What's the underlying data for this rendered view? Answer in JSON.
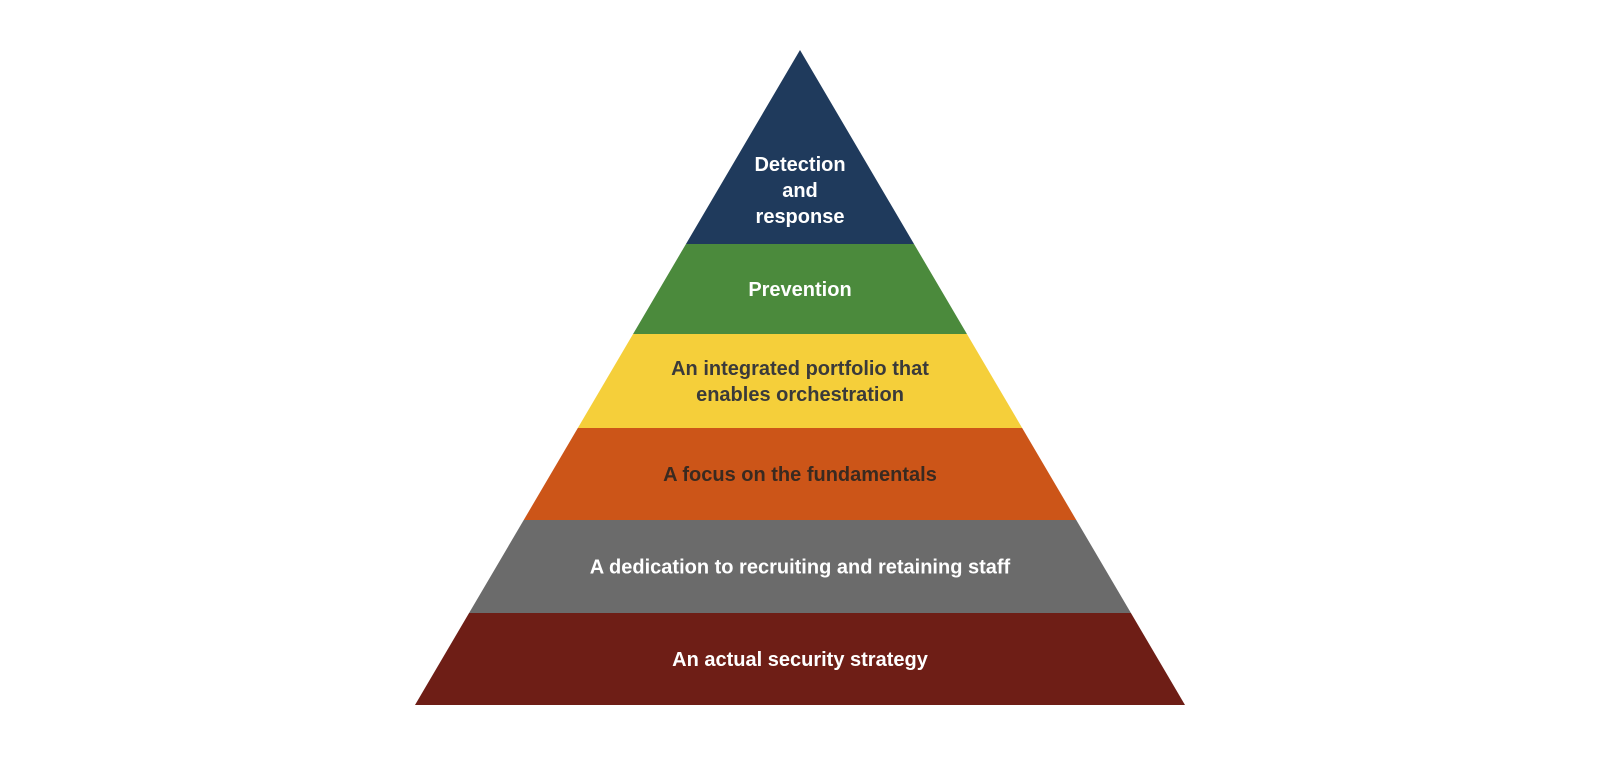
{
  "diagram": {
    "type": "pyramid",
    "layers": [
      {
        "lines": [
          "Detection",
          "and",
          "response"
        ],
        "fill": "#1f3a5c",
        "text_color": "#ffffff"
      },
      {
        "lines": [
          "Prevention"
        ],
        "fill": "#4b8a3c",
        "text_color": "#ffffff"
      },
      {
        "lines": [
          "An integrated portfolio that",
          "enables orchestration"
        ],
        "fill": "#f5cf3a",
        "text_color": "#3a3a3a"
      },
      {
        "lines": [
          "A focus on the fundamentals"
        ],
        "fill": "#cc5518",
        "text_color": "#3a2a20"
      },
      {
        "lines": [
          "A dedication to recruiting and retaining staff"
        ],
        "fill": "#6b6b6b",
        "text_color": "#ffffff"
      },
      {
        "lines": [
          "An actual security strategy"
        ],
        "fill": "#6e1e16",
        "text_color": "#ffffff"
      }
    ]
  }
}
